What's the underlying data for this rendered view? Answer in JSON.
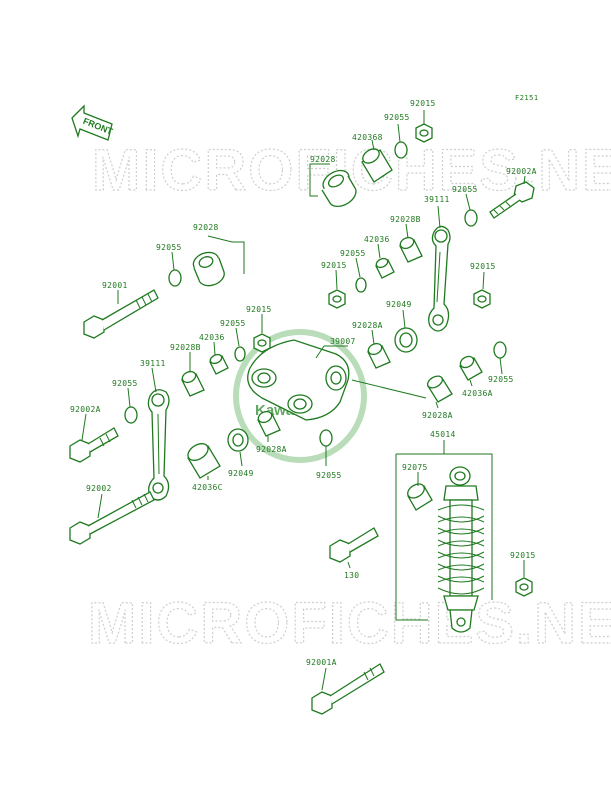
{
  "diagram": {
    "ref_code": "F2151",
    "front_label": "FRONT",
    "watermark_text": "MICROFICHES.NET",
    "logo_text": "Kawasaki",
    "line_color": "#1f7a1f",
    "watermark_color": "#cfcfcf",
    "labels": {
      "p92015_top": "92015",
      "p92055_top": "92055",
      "p420368": "420368",
      "p92028_top": "92028",
      "p92002a_right": "92002A",
      "p92055_right": "92055",
      "p39111_right": "39111",
      "p92028b_right": "92028B",
      "p42036_right": "42036",
      "p92055_mid": "92055",
      "p92015_mid": "92015",
      "p92015_farright": "92015",
      "p92028_left": "92028",
      "p92055_left": "92055",
      "p92001": "92001",
      "p92015_center": "92015",
      "p92055_center": "92055",
      "p42036_center": "42036",
      "p92028b_left": "92028B",
      "p39111_left": "39111",
      "p92055_lowleft": "92055",
      "p92002a_left": "92002A",
      "p39007": "39007",
      "p92028a_center": "92028A",
      "p92049_right": "92049",
      "p42036a": "42036A",
      "p92055_r2": "92055",
      "p92028a_right": "92028A",
      "p92028a_low": "92028A",
      "p92055_low": "92055",
      "p92049_left": "92049",
      "p42036c": "42036C",
      "p92002": "92002",
      "p45014": "45014",
      "p92075": "92075",
      "p130": "130",
      "p92015_shock": "92015",
      "p92001a": "92001A"
    }
  }
}
